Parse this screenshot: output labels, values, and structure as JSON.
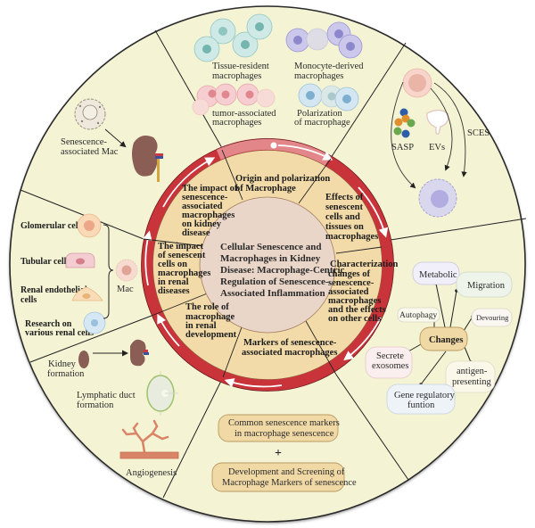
{
  "colors": {
    "outer_fill": "#f4f3d4",
    "outer_stroke": "#2a2a2a",
    "ring_dark": "#c9343a",
    "ring_light": "#e3868a",
    "inner_fill": "#f2dba8",
    "center_fill": "#ead6c8",
    "divider": "#222222",
    "box_fill": "#f1d9a6",
    "box_stroke": "#b99a62"
  },
  "center": {
    "title_lines": [
      "Cellular Senescence and",
      "Macrophages in Kidney",
      "Disease: Macrophage-Centric",
      "Regulation of Senescence-",
      "Associated Inflammation"
    ]
  },
  "inner_sections": [
    {
      "id": "origin",
      "lines": [
        "Origin and polarization",
        "of Macrophage"
      ]
    },
    {
      "id": "effects",
      "lines": [
        "Effects of",
        "senescent",
        "cells and",
        "tissues on",
        "macrophages"
      ]
    },
    {
      "id": "characterization",
      "lines": [
        "Characterization",
        "changes of",
        "senescence-",
        "associated",
        "macrophages",
        "and the effects",
        "on other cells"
      ]
    },
    {
      "id": "markers",
      "lines": [
        "Markers of senescence-",
        "associated macrophages"
      ]
    },
    {
      "id": "renal-development",
      "lines": [
        "The role of",
        "macrophage",
        "in renal",
        "development"
      ]
    },
    {
      "id": "senescent-cells-impact",
      "lines": [
        "The impact",
        "of senescent",
        "cells on",
        "macrophages",
        "in renal",
        "diseases"
      ]
    },
    {
      "id": "sam-impact",
      "lines": [
        "The impact of",
        "senescence-",
        "associated",
        "macrophages",
        "on kidney",
        "disease"
      ]
    }
  ],
  "origin_panel": {
    "tissue_resident": [
      "Tissue-resident",
      "macrophages"
    ],
    "monocyte_derived": [
      "Monocyte-derived",
      "macrophages"
    ],
    "tumor_associated": [
      "tumor-associated",
      "macrophages"
    ],
    "polarization": [
      "Polarization",
      "of macrophage"
    ]
  },
  "effects_panel": {
    "sasp": "SASP",
    "evs": "EVs",
    "sces": "SCES"
  },
  "characterization_panel": {
    "hub": "Changes",
    "nodes": [
      {
        "id": "metabolic",
        "lines": [
          "Metabolic"
        ]
      },
      {
        "id": "migration",
        "lines": [
          "Migration"
        ]
      },
      {
        "id": "autophagy",
        "lines": [
          "Autophagy"
        ]
      },
      {
        "id": "devouring",
        "lines": [
          "Devouring"
        ]
      },
      {
        "id": "secrete-exosomes",
        "lines": [
          "Secrete",
          "exosomes"
        ]
      },
      {
        "id": "antigen-presenting",
        "lines": [
          "antigen-",
          "presenting"
        ]
      },
      {
        "id": "gene-regulatory",
        "lines": [
          "Gene regulatory",
          "funtion"
        ]
      }
    ]
  },
  "markers_panel": {
    "box1": [
      "Common senescence markers",
      "in macrophage senescence"
    ],
    "plus": "+",
    "box2": [
      "Development and Screening of",
      "Macrophage Markers of senescence"
    ]
  },
  "development_panel": {
    "kidney_formation": [
      "Kidney",
      "formation"
    ],
    "lymphatic": [
      "Lymphatic duct",
      "formation"
    ],
    "angiogenesis": "Angiogenesis"
  },
  "renal_cells_panel": {
    "glomerular": "Glomerular cells",
    "tubular": "Tubular cells",
    "endothelial": [
      "Renal endothelial",
      "cells"
    ],
    "research": [
      "Research on",
      "various renal cells"
    ],
    "mac": "Mac"
  },
  "sam_panel": {
    "label": [
      "Senescence-",
      "associated Mac"
    ]
  }
}
